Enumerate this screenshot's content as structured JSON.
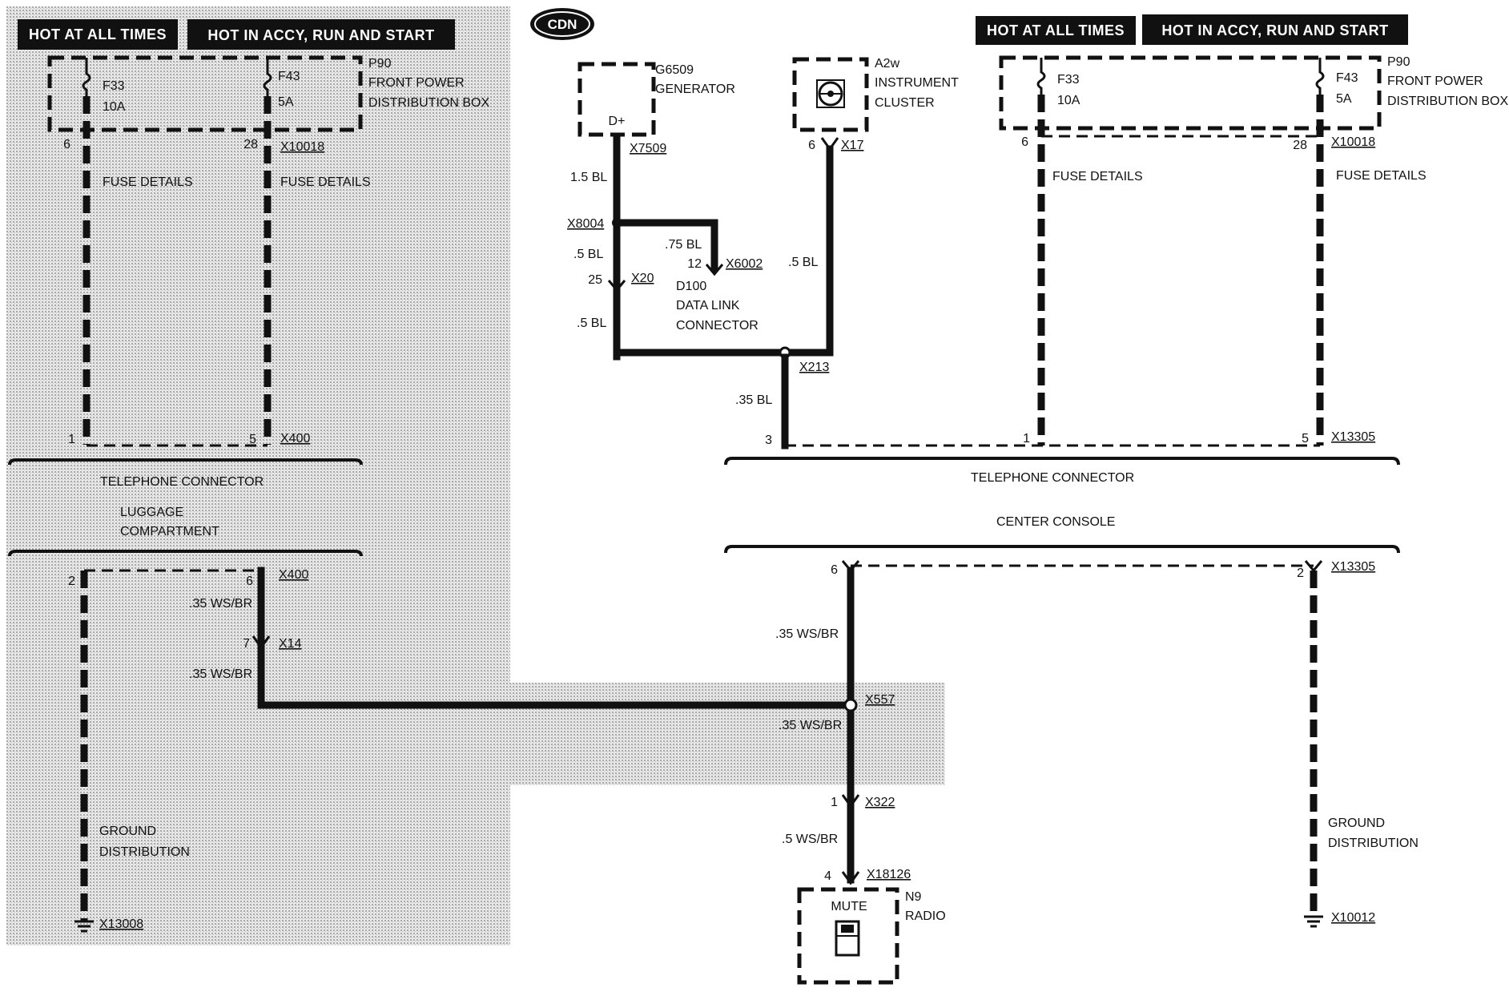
{
  "diagram": {
    "logo": "CDN",
    "left": {
      "banner_hot_always": "HOT AT ALL TIMES",
      "banner_hot_accy": "HOT IN ACCY, RUN AND START",
      "fuse1_name": "F33",
      "fuse1_rating": "10A",
      "fuse2_name": "F43",
      "fuse2_rating": "5A",
      "box_id": "P90",
      "box_name_1": "FRONT POWER",
      "box_name_2": "DISTRIBUTION BOX",
      "pin_6": "6",
      "pin_28": "28",
      "conn_x10018": "X10018",
      "fuse_details_1": "FUSE DETAILS",
      "fuse_details_2": "FUSE DETAILS",
      "pin_1": "1",
      "pin_5": "5",
      "conn_x400_top": "X400",
      "telephone_connector": "TELEPHONE CONNECTOR",
      "luggage_1": "LUGGAGE",
      "luggage_2": "COMPARTMENT",
      "pin_2": "2",
      "pin_6b": "6",
      "conn_x400_bottom": "X400",
      "wire_35wsbr_1": ".35 WS/BR",
      "pin_7": "7",
      "conn_x14": "X14",
      "wire_35wsbr_2": ".35 WS/BR",
      "ground_1": "GROUND",
      "ground_2": "DISTRIBUTION",
      "conn_x13008": "X13008"
    },
    "right": {
      "generator_id": "G6509",
      "generator_name": "GENERATOR",
      "generator_pin": "D+",
      "conn_x7509": "X7509",
      "wire_15bl": "1.5 BL",
      "conn_x8004": "X8004",
      "wire_75bl": ".75 BL",
      "wire_5bl_a": ".5 BL",
      "pin_12": "12",
      "conn_x6002": "X6002",
      "pin_25": "25",
      "conn_x20": "X20",
      "dlc_id": "D100",
      "dlc_name_1": "DATA LINK",
      "dlc_name_2": "CONNECTOR",
      "wire_5bl_b": ".5 BL",
      "wire_5bl_c": ".5 BL",
      "cluster_id": "A2w",
      "cluster_name_1": "INSTRUMENT",
      "cluster_name_2": "CLUSTER",
      "pin_6c": "6",
      "conn_x17": "X17",
      "conn_x213": "X213",
      "wire_35bl": ".35 BL",
      "pin_3": "3",
      "banner_hot_always": "HOT AT ALL TIMES",
      "banner_hot_accy": "HOT IN ACCY, RUN AND START",
      "fuse1_name": "F33",
      "fuse1_rating": "10A",
      "fuse2_name": "F43",
      "fuse2_rating": "5A",
      "box_id": "P90",
      "box_name_1": "FRONT POWER",
      "box_name_2": "DISTRIBUTION BOX",
      "pin_6": "6",
      "pin_28": "28",
      "conn_x10018": "X10018",
      "fuse_details_1": "FUSE DETAILS",
      "fuse_details_2": "FUSE DETAILS",
      "pin_1": "1",
      "pin_5": "5",
      "conn_x13305_top": "X13305",
      "telephone_connector": "TELEPHONE CONNECTOR",
      "center_console": "CENTER CONSOLE",
      "pin_6d": "6",
      "pin_2": "2",
      "conn_x13305_bottom": "X13305",
      "wire_35wsbr_a": ".35 WS/BR",
      "conn_x557": "X557",
      "wire_35wsbr_b": ".35 WS/BR",
      "pin_1b": "1",
      "conn_x322": "X322",
      "wire_5wsbr": ".5 WS/BR",
      "pin_4": "4",
      "conn_x18126": "X18126",
      "radio_id": "N9",
      "radio_name": "RADIO",
      "radio_mute": "MUTE",
      "ground_1": "GROUND",
      "ground_2": "DISTRIBUTION",
      "conn_x10012": "X10012"
    }
  }
}
